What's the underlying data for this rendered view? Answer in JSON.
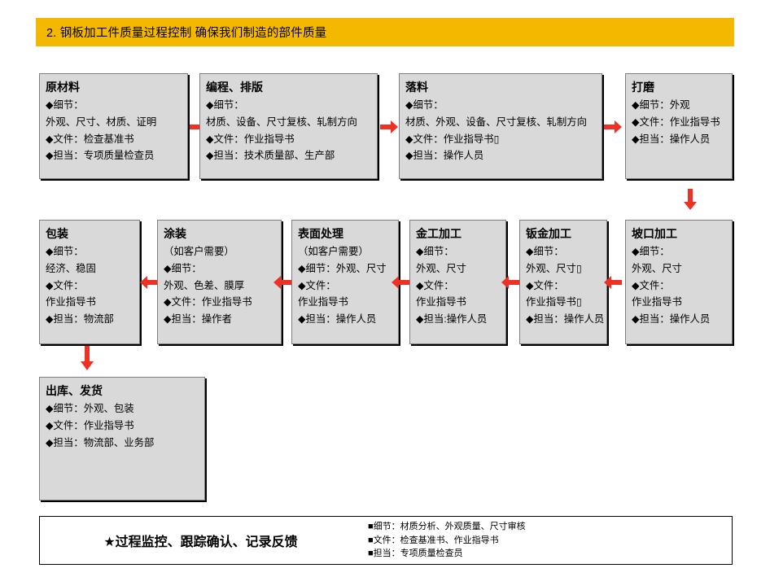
{
  "header": {
    "title": "2. 钢板加工件质量过程控制  确保我们制造的部件质量",
    "bg_color": "#f5b800"
  },
  "colors": {
    "box_fill": "#d9d9d9",
    "box_border": "#7f7f7f",
    "arrow": "#ee3124",
    "accent": "#f5b800"
  },
  "row1": [
    {
      "title": "原材料",
      "lines": [
        "◆细节：",
        "外观、尺寸、材质、证明",
        "◆文件：检查基准书",
        "◆担当：专项质量检查员"
      ]
    },
    {
      "title": "编程、排版",
      "lines": [
        "◆细节：",
        "材质、设备、尺寸复核、轧制方向",
        "◆文件：作业指导书",
        "◆担当：技术质量部、生产部"
      ]
    },
    {
      "title": "落料",
      "lines": [
        "◆细节：",
        "材质、外观、设备、尺寸复核、轧制方向",
        "◆文件：作业指导书▯",
        "◆担当：操作人员"
      ]
    },
    {
      "title": "打磨",
      "lines": [
        "◆细节：外观",
        "◆文件：作业指导书",
        "◆担当：操作人员"
      ]
    }
  ],
  "row2": [
    {
      "title": "包装",
      "lines": [
        "◆细节：",
        "经济、稳固",
        "◆文件：",
        "作业指导书",
        "◆担当：物流部"
      ]
    },
    {
      "title": "涂装",
      "lines": [
        "（如客户需要）",
        "◆细节：",
        "外观、色差、膜厚",
        "◆文件：作业指导书",
        "◆担当：操作者"
      ]
    },
    {
      "title": "表面处理",
      "lines": [
        "（如客户需要）",
        "◆细节：外观、尺寸",
        "◆文件：",
        "作业指导书",
        "◆担当：操作人员"
      ]
    },
    {
      "title": "金工加工",
      "lines": [
        "◆细节：",
        "外观、尺寸",
        "◆文件：",
        "作业指导书",
        "◆担当:操作人员"
      ]
    },
    {
      "title": "钣金加工",
      "lines": [
        "◆细节：",
        "外观、尺寸▯",
        "◆文件：",
        "作业指导书▯",
        "◆担当：操作人员"
      ]
    },
    {
      "title": "坡口加工",
      "lines": [
        "◆细节：",
        "外观、尺寸",
        "◆文件：",
        "作业指导书",
        "◆担当：操作人员"
      ]
    }
  ],
  "row3": [
    {
      "title": "出库、发货",
      "lines": [
        "◆细节：外观、包装",
        "◆文件：作业指导书",
        "◆担当：物流部、业务部"
      ]
    }
  ],
  "legend": {
    "heading": "★过程监控、跟踪确认、记录反馈",
    "lines": [
      "■细节：材质分析、外观质量、尺寸审核",
      "■文件：检查基准书、作业指导书",
      "■担当：专项质量检查员"
    ]
  },
  "arrows": {
    "right_icon": "arrow-right-icon",
    "left_icon": "arrow-left-icon",
    "down_icon": "arrow-down-icon"
  }
}
